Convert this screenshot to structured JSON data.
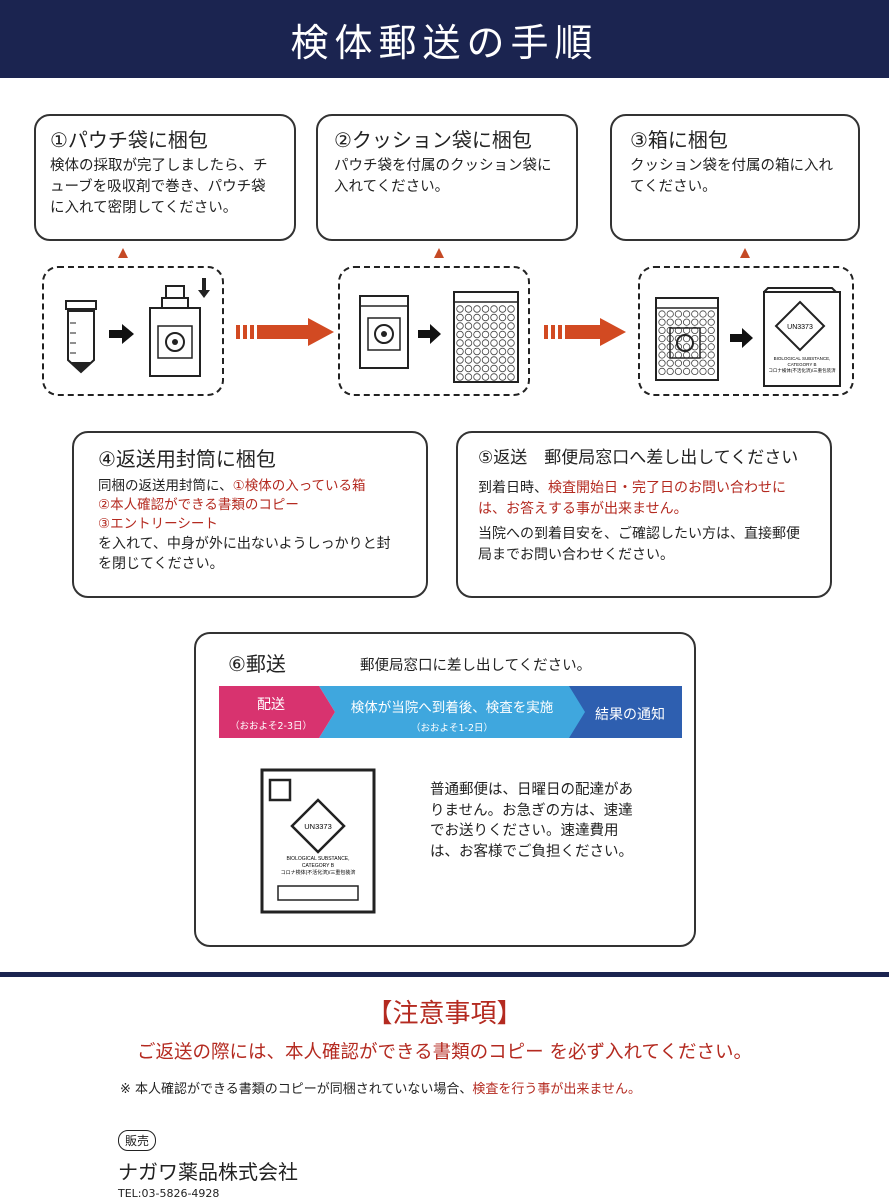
{
  "header": {
    "title": "検体郵送の手順"
  },
  "steps": {
    "s1": {
      "title": "①パウチ袋に梱包",
      "text": "検体の採取が完了しましたら、チューブを吸収剤で巻き、パウチ袋に入れて密閉してください。"
    },
    "s2": {
      "title": "②クッション袋に梱包",
      "text": "パウチ袋を付属のクッション袋に入れてください。"
    },
    "s3": {
      "title": "③箱に梱包",
      "text": "クッション袋を付属の箱に入れてください。"
    },
    "s4": {
      "title": "④返送用封筒に梱包",
      "lead": "同梱の返送用封筒に、",
      "item1": "①検体の入っている箱",
      "item2": "②本人確認ができる書類のコピー",
      "item3": "③エントリーシート",
      "tail": "を入れて、中身が外に出ないようしっかりと封を閉じてください。"
    },
    "s5": {
      "title": "⑤返送　郵便局窓口へ差し出してください",
      "pre": "到着日時、",
      "red": "検査開始日・完了日のお問い合わせには、お答えする事が出来ません。",
      "text": "当院への到着目安を、ご確認したい方は、直接郵便局までお問い合わせください。"
    },
    "s6": {
      "title": "⑥郵送",
      "subtitle": "郵便局窓口に差し出してください。",
      "flow": {
        "stage1": "配送",
        "stage1_sub": "（おおよそ2-3日）",
        "stage2": "検体が当院へ到着後、検査を実施",
        "stage2_sub": "（おおよそ1-2日）",
        "stage3": "結果の通知",
        "colors": {
          "stage1": "#d8336f",
          "stage2": "#3fa7de",
          "stage3": "#2e5fb0"
        }
      },
      "note": "普通郵便は、日曜日の配達がありません。お急ぎの方は、速達でお送りください。速達費用は、お客様でご負担ください。"
    }
  },
  "labels": {
    "un": "UN3373",
    "bio1": "BIOLOGICAL SUBSTANCE,",
    "bio2": "CATEGORY B",
    "bio3": "コロナ検体(不活化済)/三重包装済"
  },
  "notice": {
    "title": "【注意事項】",
    "main": "ご返送の際には、本人確認ができる書類のコピー を必ず入れてください。",
    "sub_pre": "※ 本人確認ができる書類のコピーが同梱されていない場合、",
    "sub_red": "検査を行う事が出来ません。"
  },
  "footer": {
    "badge": "販売",
    "company": "ナガワ薬品株式会社",
    "tel": "TEL:03-5826-4928"
  },
  "colors": {
    "navy": "#1b2450",
    "red": "#b42a20",
    "orange": "#c54a25"
  }
}
